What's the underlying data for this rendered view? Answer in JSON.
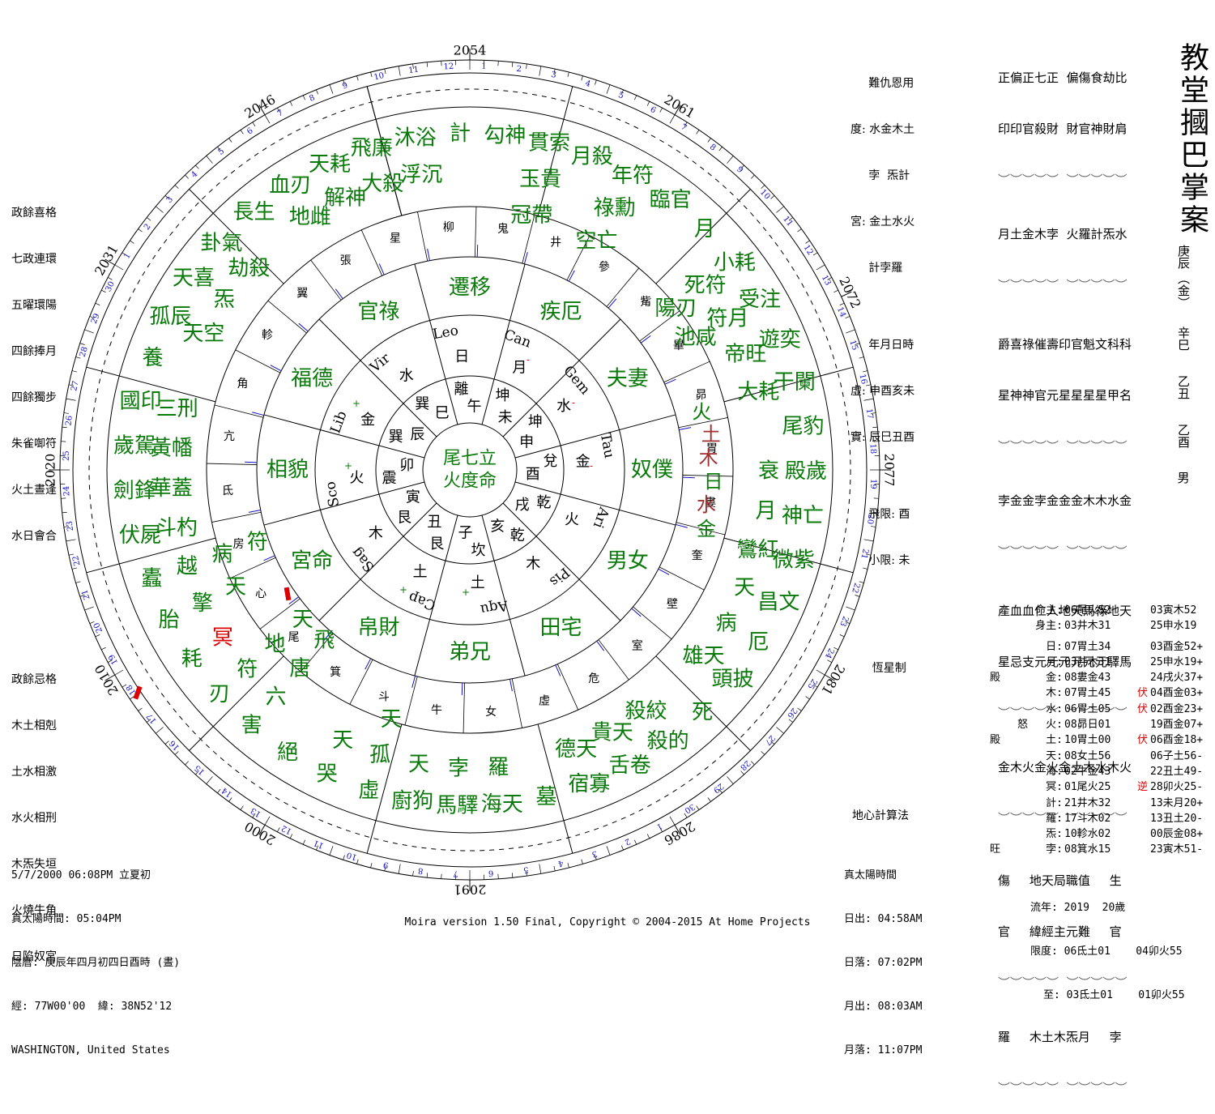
{
  "title": "教堂摑巴掌案",
  "top_left_patterns": [
    "政餘喜格",
    "七政連環",
    "五曜環陽",
    "四餘捧月",
    "四餘獨步",
    "朱雀啣符",
    "火土晝逢",
    "水日會合"
  ],
  "bottom_left_patterns": [
    "政餘忌格",
    "木土相剋",
    "土水相激",
    "水火相刑",
    "木炁失垣",
    "火燒牛角",
    "日陷奴宮"
  ],
  "birth_info": [
    "5/7/2000 06:08PM 立夏初",
    "真太陽時間: 05:04PM",
    "陰曆: 庚辰年四月初四日酉時 (晝)",
    "經: 77W00'00  緯: 38N52'12",
    "WASHINGTON, United States"
  ],
  "footer": "Moira version 1.50 Final, Copyright © 2004-2015 At Home Projects",
  "degree_panel": [
    "     難仇恩用",
    "度: 水金木土",
    "     孛  炁計",
    "宮: 金土水火",
    "     計孛羅",
    "",
    "     年月日時",
    "虛: 申酉亥未",
    "實: 辰巳丑酉",
    "",
    "     飛限: 酉",
    "     小限: 未",
    "",
    "",
    "      恆星制"
  ],
  "geocentric": "地心計算法",
  "sun_times": {
    "label": "真太陽時間",
    "rise": "日出: 04:58AM",
    "set": "日落: 07:02PM",
    "moonrise": "月出: 08:03AM",
    "moonset": "月落: 11:07PM"
  },
  "right_top": {
    "row1": "正偏正七正  偏傷食劫比",
    "row2": "印印官殺財  財官神財肩",
    "row3": "月土金木孛  火羅計炁水",
    "row4": "爵喜祿催壽印官魁文科科",
    "row5": "星神神官元星星星星甲名",
    "row6": "孛金金孛金金金木木水金",
    "row7": "產血血仁人地天馬祿地天",
    "row8": "星忌支元元元元元元驛馬",
    "row9": "金木火金火金土木水木火",
    "row10": "傷     地天局職值     生",
    "row11": "官     緯經主元難     官",
    "row12": "羅     木土木炁月     孛",
    "arcs": "︶︶︶︶︶  ︶︶︶︶︶"
  },
  "pillars": {
    "year": "庚辰",
    "year_el": "金",
    "month": "辛巳",
    "day": "乙丑",
    "hour": "乙酉",
    "gender": "男"
  },
  "planet_table": [
    {
      "pre": "",
      "name": "命主:",
      "a": "06尾火52",
      "m": "",
      "b": "03寅木52"
    },
    {
      "pre": "",
      "name": "身主:",
      "a": "03井木31",
      "m": "",
      "b": "25申水19"
    },
    {
      "pre": "",
      "name": "日:",
      "a": "07胃土34",
      "m": "",
      "b": "03酉金52+"
    },
    {
      "pre": "",
      "name": "月:",
      "a": "03井木31",
      "m": "",
      "b": "25申水19+"
    },
    {
      "pre": "殿",
      "name": "金:",
      "a": "08婁金43",
      "m": "",
      "b": "24戌火37+"
    },
    {
      "pre": "",
      "name": "木:",
      "a": "07胃土45",
      "m": "伏",
      "b": "04酉金03+"
    },
    {
      "pre": "",
      "name": "水:",
      "a": "06胃土05",
      "m": "伏",
      "b": "02酉金23+"
    },
    {
      "pre": "怒",
      "name": "火:",
      "a": "08昴日01",
      "m": "",
      "b": "19酉金07+"
    },
    {
      "pre": "殿",
      "name": "土:",
      "a": "10胃土00",
      "m": "伏",
      "b": "06酉金18+"
    },
    {
      "pre": "",
      "name": "天:",
      "a": "08女土56",
      "m": "",
      "b": "06子土56-"
    },
    {
      "pre": "",
      "name": "海:",
      "a": "02牛金43",
      "m": "",
      "b": "22丑土49-"
    },
    {
      "pre": "",
      "name": "冥:",
      "a": "01尾火25",
      "m": "逆",
      "b": "28卯火25-"
    },
    {
      "pre": "",
      "name": "計:",
      "a": "21井木32",
      "m": "",
      "b": "13未月20+"
    },
    {
      "pre": "",
      "name": "羅:",
      "a": "17斗木02",
      "m": "",
      "b": "13丑土20-"
    },
    {
      "pre": "",
      "name": "炁:",
      "a": "10軫水02",
      "m": "",
      "b": "00辰金08+"
    },
    {
      "pre": "旺",
      "name": "孛:",
      "a": "08箕水15",
      "m": "",
      "b": "23寅木51-"
    }
  ],
  "annual": {
    "year": "流年: 2019  20歲",
    "limit1": "限度: 06氐土01    04卯火55",
    "limit2": "至: 03氐土01    01卯火55"
  },
  "wheel": {
    "year_labels": [
      "2054",
      "2061",
      "2072",
      "2077",
      "2081",
      "2086",
      "2091",
      "2000",
      "2010",
      "2020",
      "2031",
      "2046"
    ],
    "center": [
      "尾七立",
      "火度命"
    ],
    "signs": [
      "Leo",
      "Can",
      "Gem",
      "Tau",
      "Ari",
      "Pis",
      "Aqu",
      "Cap",
      "Sag",
      "Sco",
      "Lib",
      "Vir"
    ],
    "branches": [
      "日",
      "月",
      "水",
      "金",
      "火",
      "木",
      "土",
      "土",
      "木",
      "火",
      "金",
      "水"
    ],
    "palace_chars": [
      "離",
      "坤",
      "坤",
      "兌",
      "乾",
      "乾",
      "坎",
      "艮",
      "艮",
      "震",
      "巽",
      "巽"
    ],
    "dizhi": [
      "午",
      "未",
      "申",
      "酉",
      "戌",
      "亥",
      "子",
      "丑",
      "寅",
      "卯",
      "辰",
      "巳"
    ],
    "palaces": [
      "遷移",
      "疾厄",
      "夫妻",
      "奴僕",
      "男女",
      "田宅",
      "弟兄",
      "帛財",
      "宮命",
      "相貌",
      "福德",
      "官祿"
    ],
    "mansions": [
      "柳",
      "鬼",
      "井",
      "參",
      "觜",
      "畢",
      "昴",
      "胃",
      "婁",
      "奎",
      "壁",
      "室",
      "危",
      "虛",
      "女",
      "牛",
      "斗",
      "箕",
      "尾",
      "心",
      "房",
      "氐",
      "亢",
      "角",
      "軫",
      "翼",
      "張",
      "星"
    ],
    "outer_stars": [
      [
        "勾神"
      ],
      [
        "貫索",
        "玉貴",
        "冠帶"
      ],
      [
        "月殺"
      ],
      [
        "年符",
        "祿勳",
        "空亡"
      ],
      [
        "臨官"
      ],
      [
        "月"
      ],
      [
        "小耗",
        "死符",
        "陽刃"
      ],
      [
        "受注",
        "符月",
        "池咸"
      ],
      [
        "遊奕",
        "帝旺"
      ],
      [
        "干闌",
        "大耗"
      ],
      [
        "尾豹"
      ],
      [
        "殿歲",
        "衰"
      ],
      [
        "神亡",
        "月"
      ],
      [
        "微紫",
        "鸞紅"
      ],
      [
        "昌文",
        "天"
      ],
      [
        "厄",
        "病"
      ],
      [
        "頭披",
        "雄天"
      ],
      [
        "死"
      ],
      [
        "殺的",
        "殺絞"
      ],
      [
        "舌卷",
        "貴天"
      ],
      [
        "宿寡",
        "德天"
      ],
      [
        "墓"
      ],
      [
        "海天",
        "羅"
      ],
      [
        "馬驛",
        "孛"
      ],
      [
        "廚狗",
        "天"
      ],
      [
        "虛",
        "孤",
        "天"
      ],
      [
        "哭",
        "天"
      ],
      [
        "絕"
      ],
      [
        "害",
        "六",
        "唐",
        "飛"
      ],
      [
        "刃",
        "符",
        "地",
        "天"
      ],
      [
        "耗",
        "冥"
      ],
      [
        "胎",
        "擎",
        "天"
      ],
      [
        "蠹",
        "越",
        "病",
        "符"
      ],
      [
        "伏屍",
        "斗杓"
      ],
      [
        "劍鋒",
        "華蓋"
      ],
      [
        "歲駕",
        "黃幡"
      ],
      [
        "國印",
        "三刑"
      ],
      [
        "養"
      ],
      [
        "孤辰",
        "天空"
      ],
      [
        "天喜",
        "炁"
      ],
      [
        "卦氣",
        "劫殺"
      ],
      [
        "長生"
      ],
      [
        "血刃",
        "地雌"
      ],
      [
        "天耗",
        "解神"
      ],
      [
        "飛廉",
        "大殺"
      ],
      [
        "沐浴",
        "浮沉"
      ],
      [
        "計"
      ]
    ],
    "planets_in_chart": [
      "火",
      "土",
      "木",
      "日",
      "水",
      "金"
    ]
  }
}
